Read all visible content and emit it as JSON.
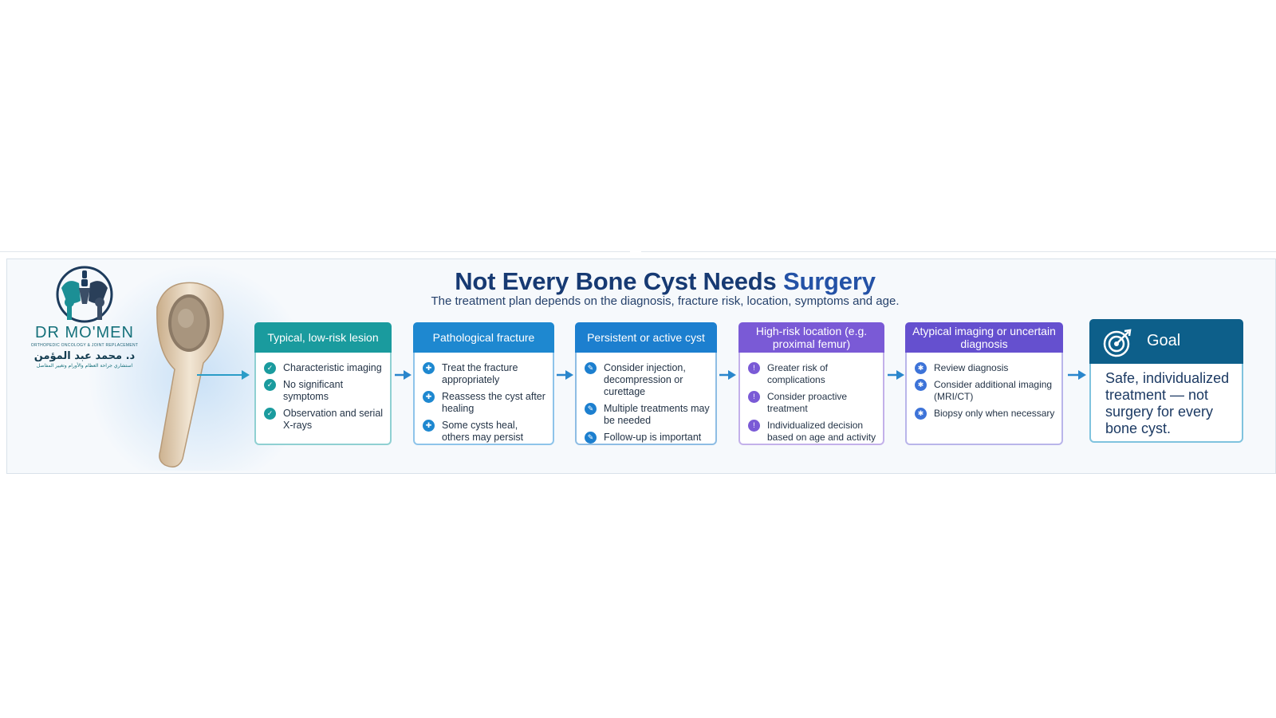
{
  "logo": {
    "name": "DR MO'MEN",
    "tagline": "Orthopedic Oncology & Joint Replacement",
    "arabic_name": "د. محمد عبد المؤمن",
    "arabic_subtitle": "استشاري جراحة العظام والأورام وتغيير المفاصل"
  },
  "title_main": "Not Every Bone Cyst Needs",
  "title_highlight": "Surgery",
  "subtitle": "The treatment plan depends on the diagnosis, fracture risk, location, symptoms and age.",
  "steps": [
    {
      "title": "Typical, low-risk lesion",
      "items": [
        "Characteristic imaging",
        "No significant symptoms",
        "Observation and serial X-rays"
      ],
      "icon": "check-icon"
    },
    {
      "title": "Pathological fracture",
      "items": [
        "Treat the fracture appropriately",
        "Reassess the cyst after healing",
        "Some cysts heal, others may persist"
      ],
      "icon": "bone-icon"
    },
    {
      "title": "Persistent or active cyst",
      "items": [
        "Consider injection, decompression or curettage",
        "Multiple treatments may be needed",
        "Follow-up is important"
      ],
      "icon": "syringe-icon"
    },
    {
      "title": "High-risk location (e.g. proximal femur)",
      "items": [
        "Greater risk of complications",
        "Consider proactive treatment",
        "Individualized decision based on age and activity"
      ],
      "icon": "alert-icon"
    },
    {
      "title": "Atypical imaging or uncertain diagnosis",
      "items": [
        "Review diagnosis",
        "Consider additional imaging (MRI/CT)",
        "Biopsy only when necessary"
      ],
      "icon": "scan-icon"
    }
  ],
  "goal": {
    "title": "Goal",
    "text": "Safe, individualized treatment — not surgery for every bone cyst."
  },
  "colors": {
    "title": "#173a73",
    "teal": "#1a9b9e",
    "blue": "#1e88d0",
    "purple": "#7a5ad6",
    "goal": "#0d5f8a"
  }
}
